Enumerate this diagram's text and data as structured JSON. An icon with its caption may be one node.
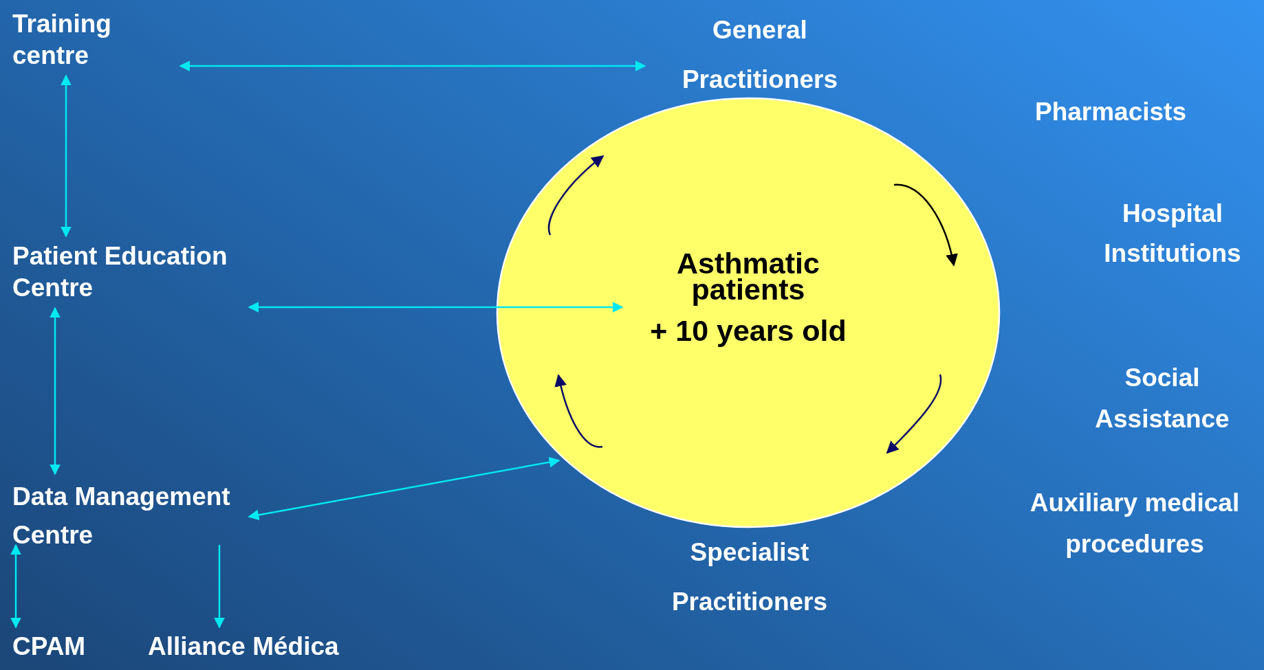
{
  "diagram": {
    "nodes": [
      {
        "text": [
          "Training centre"
        ]
      },
      {
        "text": [
          "General Practitioners"
        ]
      },
      {
        "text": [
          "Pharmacists"
        ]
      },
      {
        "text": [
          "Hospital Institutions"
        ]
      },
      {
        "text": [
          "Patient Education Centre"
        ]
      },
      {
        "text": [
          "Asthmatic patients",
          "+ 10 years old"
        ]
      },
      {
        "text": [
          "Social Assistance"
        ]
      },
      {
        "text": [
          "Data Management Centre"
        ]
      },
      {
        "text": [
          "Auxiliary medical procedures"
        ]
      },
      {
        "text": [
          "Specialist Practitioners"
        ]
      },
      {
        "text": [
          "CPAM"
        ]
      },
      {
        "text": [
          "Alliance Médica"
        ]
      }
    ],
    "edges": [
      {
        "from": 0,
        "to": 1,
        "arrow": "both"
      },
      {
        "from": 0,
        "to": 4,
        "arrow": "both"
      },
      {
        "from": 4,
        "to": 5,
        "arrow": "both"
      },
      {
        "from": 4,
        "to": 7,
        "arrow": "both"
      },
      {
        "from": 7,
        "to": 5,
        "arrow": "both"
      },
      {
        "from": 7,
        "to": 10,
        "arrow": "both"
      },
      {
        "from": 7,
        "to": 11,
        "arrow": "to"
      }
    ]
  }
}
